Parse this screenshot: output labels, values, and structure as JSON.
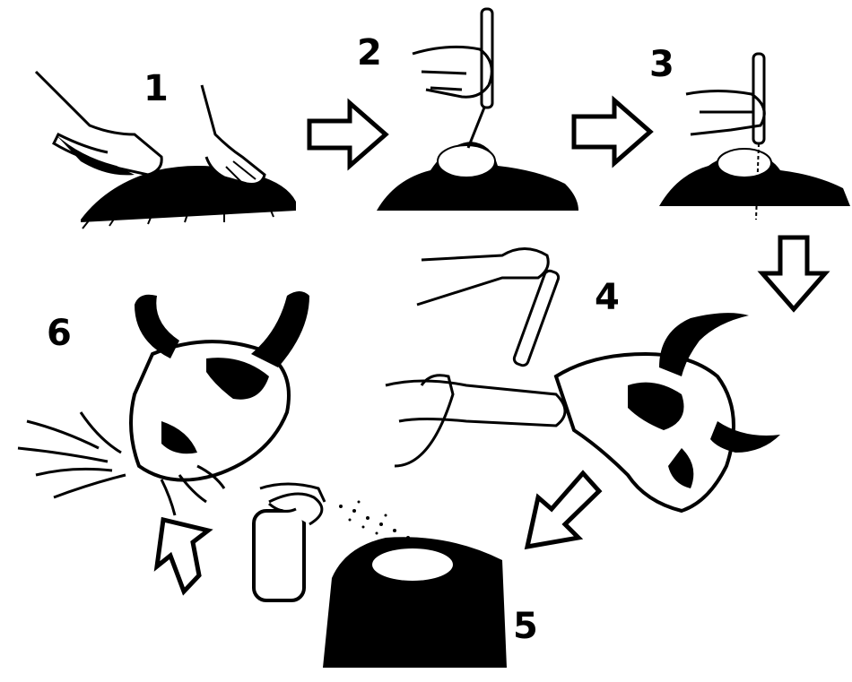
{
  "steps": [
    {
      "number": "1"
    },
    {
      "number": "2"
    },
    {
      "number": "3"
    },
    {
      "number": "4"
    },
    {
      "number": "5"
    },
    {
      "number": "6"
    }
  ],
  "colors": {
    "ink": "#000000",
    "paper": "#ffffff"
  },
  "icons": {
    "arrow": "hollow-block-arrow",
    "animal": "horned-cattle-head",
    "spray": "spray-can",
    "tool": "sampling-knife"
  }
}
